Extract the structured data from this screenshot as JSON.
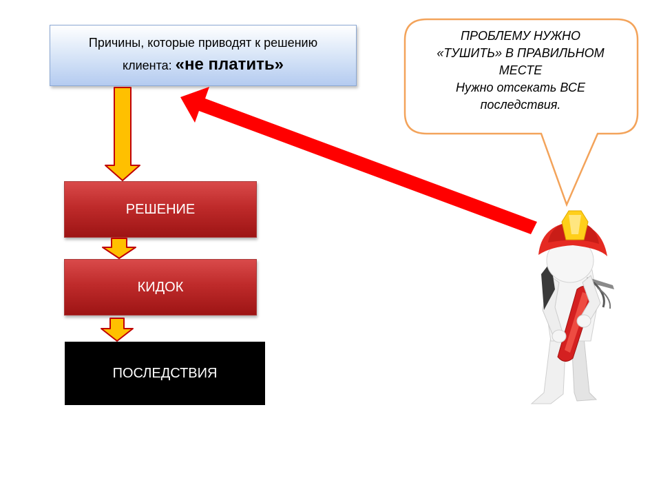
{
  "cause": {
    "line1": "Причины, которые приводят к решению",
    "line2_prefix": "клиента: ",
    "line2_accent": "«не платить»"
  },
  "flow": {
    "decision": "РЕШЕНИЕ",
    "scam": "КИДОК",
    "consequences": "ПОСЛЕДСТВИЯ"
  },
  "bubble": {
    "lines": [
      "ПРОБЛЕМУ НУЖНО",
      "«ТУШИТЬ» В ПРАВИЛЬНОМ",
      "МЕСТЕ",
      "Нужно отсекать ВСЕ",
      "последствия."
    ]
  },
  "colors": {
    "arrow_red": "#ff0000",
    "flow_arrow_fill": "#ffc000",
    "flow_arrow_stroke": "#c00000",
    "bubble_border": "#f3a35a",
    "helmet": "#e52a22",
    "extinguisher": "#d42020"
  }
}
